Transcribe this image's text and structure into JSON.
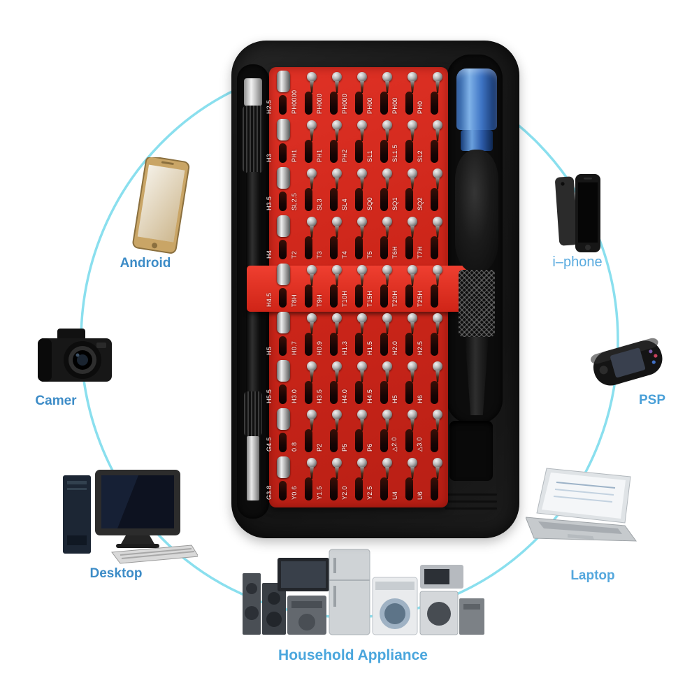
{
  "scene": {
    "background_color": "#ffffff",
    "circle_color": "#7ddcec"
  },
  "kit": {
    "case_color": "#1a1a1a",
    "tray_color": "#cd261a",
    "band_color": "#e8382b",
    "handle_cap_color": "#4a82cf",
    "bit_label_color": "#ffffff",
    "bit_rows": [
      [
        "H2.5",
        "PH0000",
        "PH000",
        "PH000",
        "PH00",
        "PH00",
        "PH0"
      ],
      [
        "H3",
        "PH1",
        "PH1",
        "PH2",
        "SL1",
        "SL1.5",
        "SL2"
      ],
      [
        "H3.5",
        "SL2.5",
        "SL3",
        "SL4",
        "SQ0",
        "SQ1",
        "SQ2"
      ],
      [
        "H4",
        "T2",
        "T3",
        "T4",
        "T5",
        "T6H",
        "T7H"
      ],
      [
        "H4.5",
        "T8H",
        "T9H",
        "T10H",
        "T15H",
        "T20H",
        "T25H"
      ],
      [
        "H5",
        "H0.7",
        "H0.9",
        "H1.3",
        "H1.5",
        "H2.0",
        "H2.5"
      ],
      [
        "H5.5",
        "H3.0",
        "H3.5",
        "H4.0",
        "H4.5",
        "H5",
        "H6"
      ],
      [
        "G4.5",
        "0.8",
        "P2",
        "P5",
        "P6",
        "△2.0",
        "△3.0"
      ],
      [
        "G3.8",
        "Y0.6",
        "Y1.5",
        "Y2.0",
        "Y2.5",
        "U4",
        "U6"
      ]
    ]
  },
  "devices": [
    {
      "id": "android",
      "label": "Android",
      "label_color": "#3d8cc7"
    },
    {
      "id": "iphone",
      "label": "i–phone",
      "label_color": "#5aabdf"
    },
    {
      "id": "camera",
      "label": "Camer",
      "label_color": "#3d8cc7"
    },
    {
      "id": "psp",
      "label": "PSP",
      "label_color": "#4aa0d8"
    },
    {
      "id": "desktop",
      "label": "Desktop",
      "label_color": "#3d8cc7"
    },
    {
      "id": "laptop",
      "label": "Laptop",
      "label_color": "#54a7dd"
    },
    {
      "id": "household",
      "label": "Household Appliance",
      "label_color": "#4aa6dd"
    }
  ]
}
